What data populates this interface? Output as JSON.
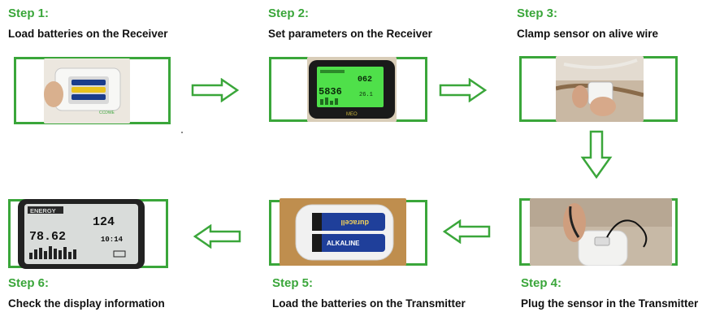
{
  "colors": {
    "accent": "#3aa63a",
    "text": "#111111"
  },
  "steps": [
    {
      "title": "Step 1:",
      "desc": "Load batteries on the Receiver"
    },
    {
      "title": "Step 2:",
      "desc": "Set parameters on the Receiver"
    },
    {
      "title": "Step 3:",
      "desc": "Clamp sensor on alive wire"
    },
    {
      "title": "Step 4:",
      "desc": "Plug the sensor in the Transmitter"
    },
    {
      "title": "Step 5:",
      "desc": "Load the batteries on the Transmitter"
    },
    {
      "title": "Step 6:",
      "desc": "Check the display information"
    }
  ],
  "receiver_display": {
    "brand": "MEO",
    "top_value": "062",
    "main_value": "5836",
    "side_value": "26.1"
  },
  "energy_display": {
    "header": "ENERGY",
    "top_value": "124",
    "main_value": "78.62",
    "side_value": "10:14"
  },
  "battery_label": "ALKALINE",
  "arrows": [
    "arrow-right",
    "arrow-right",
    "arrow-down",
    "arrow-left",
    "arrow-left"
  ]
}
